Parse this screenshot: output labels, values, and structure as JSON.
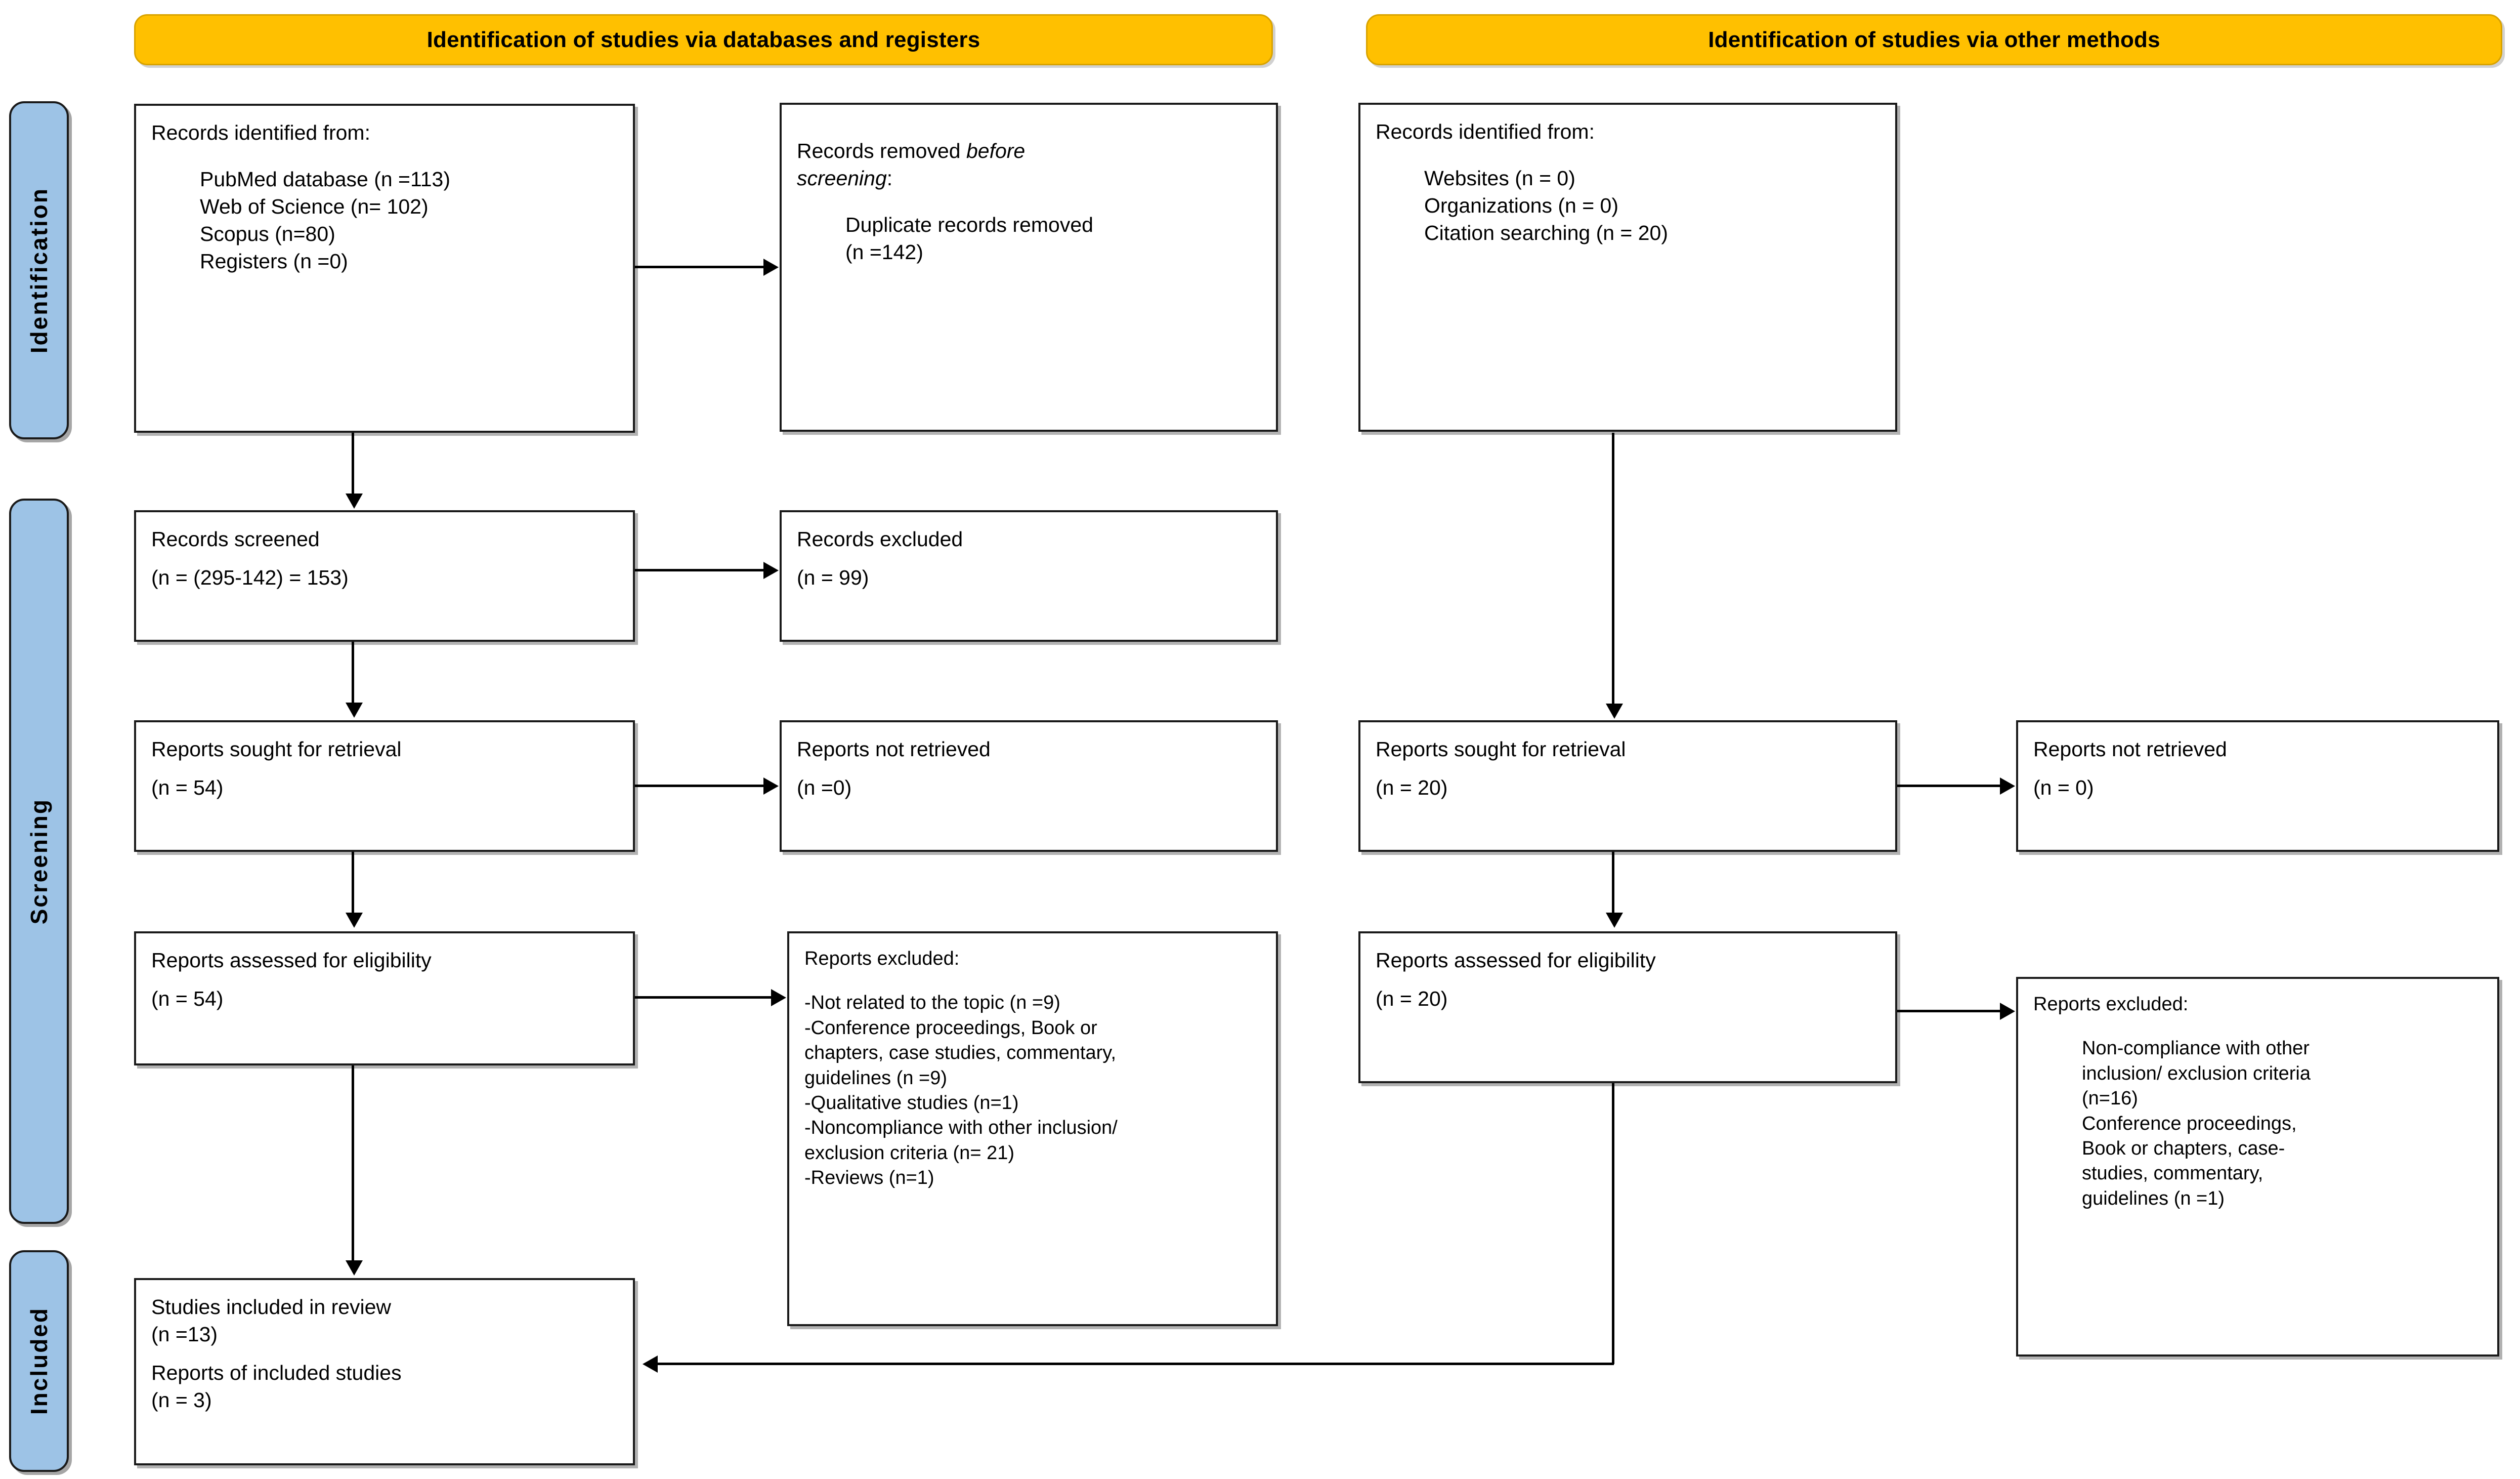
{
  "diagram": {
    "title": "PRISMA 2020 flow diagram",
    "accent_yellow": "#FFC000",
    "accent_blue": "#9DC3E6",
    "line_color": "#000000"
  },
  "headers": {
    "databases": "Identification of studies via databases and registers",
    "other": "Identification of studies via other methods"
  },
  "stages": {
    "identification": "Identification",
    "screening": "Screening",
    "included": "Included"
  },
  "left": {
    "records_identified": {
      "title": "Records identified from:",
      "items": [
        "PubMed database (n =113)",
        "Web of Science (n= 102)",
        "Scopus (n=80)",
        "Registers (n =0)"
      ]
    },
    "records_removed": {
      "title_a": "Records removed ",
      "title_b": "before",
      "title_c": "screening",
      "title_d": ":",
      "items": [
        "Duplicate records removed",
        "(n =142)"
      ]
    },
    "records_screened": {
      "line1": "Records screened",
      "line2": "(n = (295-142) = 153)"
    },
    "records_excluded": {
      "line1": "Records excluded",
      "line2": "(n = 99)"
    },
    "reports_sought": {
      "line1": "Reports sought for retrieval",
      "line2": "(n = 54)"
    },
    "reports_not_retrieved": {
      "line1": "Reports not retrieved",
      "line2": "(n =0)"
    },
    "reports_assessed": {
      "line1": "Reports assessed for eligibility",
      "line2": "(n = 54)"
    },
    "reports_excluded": {
      "title": "Reports excluded:",
      "items": [
        "-Not related to the topic (n =9)",
        "-Conference proceedings, Book or",
        "chapters, case studies, commentary,",
        "guidelines (n =9)",
        "-Qualitative studies (n=1)",
        "-Noncompliance with other inclusion/",
        "exclusion criteria (n= 21)",
        "-Reviews (n=1)"
      ]
    }
  },
  "right": {
    "records_identified": {
      "title": "Records identified from:",
      "items": [
        "Websites (n = 0)",
        "Organizations (n = 0)",
        "Citation searching (n = 20)"
      ]
    },
    "reports_sought": {
      "line1": "Reports sought for retrieval",
      "line2": "(n = 20)"
    },
    "reports_not_retrieved": {
      "line1": "Reports not retrieved",
      "line2": "(n = 0)"
    },
    "reports_assessed": {
      "line1": "Reports assessed for eligibility",
      "line2": "(n = 20)"
    },
    "reports_excluded": {
      "title": "Reports excluded:",
      "items": [
        "Non-compliance with other",
        "inclusion/ exclusion criteria",
        "(n=16)",
        "Conference proceedings,",
        "Book or chapters, case-",
        "studies, commentary,",
        "guidelines (n =1)"
      ]
    }
  },
  "included": {
    "line1": "Studies included in review",
    "line2": "(n =13)",
    "line3": "Reports of included studies",
    "line4": "(n = 3)"
  }
}
